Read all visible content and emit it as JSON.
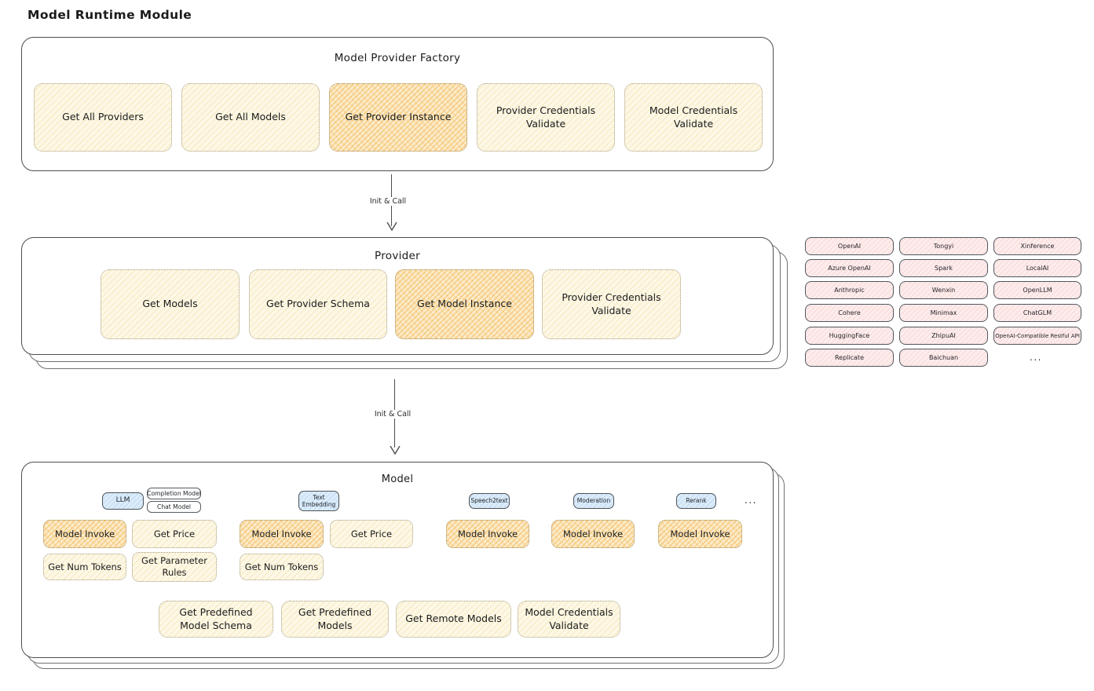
{
  "title": "Model Runtime Module",
  "colors": {
    "yellow_box_bg": "#fdf8e6",
    "yellow_hatch": "#ebc36e",
    "highlight_box_bg": "#fbeccb",
    "highlight_hatch": "#f2a630",
    "pink_box_bg": "#fdecec",
    "pink_hatch": "#e67878",
    "blue_badge_bg": "#dcecfa",
    "panel_border": "#4d4d4d"
  },
  "factory": {
    "title": "Model Provider Factory",
    "boxes": [
      {
        "label": "Get All Providers",
        "highlight": false
      },
      {
        "label": "Get All Models",
        "highlight": false
      },
      {
        "label": "Get Provider Instance",
        "highlight": true
      },
      {
        "label": "Provider Credentials Validate",
        "highlight": false
      },
      {
        "label": "Model Credentials Validate",
        "highlight": false
      }
    ]
  },
  "arrow1": {
    "label": "Init & Call"
  },
  "arrow2": {
    "label": "Init & Call"
  },
  "provider": {
    "title": "Provider",
    "boxes": [
      {
        "label": "Get Models",
        "highlight": false
      },
      {
        "label": "Get Provider Schema",
        "highlight": false
      },
      {
        "label": "Get Model Instance",
        "highlight": true
      },
      {
        "label": "Provider Credentials Validate",
        "highlight": false
      }
    ]
  },
  "providers_grid": {
    "columns": [
      [
        "OpenAI",
        "Azure OpenAI",
        "Anthropic",
        "Cohere",
        "HuggingFace",
        "Replicate"
      ],
      [
        "Tongyi",
        "Spark",
        "Wenxin",
        "Minimax",
        "ZhipuAI",
        "Baichuan"
      ],
      [
        "Xinference",
        "LocalAI",
        "OpenLLM",
        "ChatGLM",
        "OpenAI-Compatible Restful API"
      ]
    ],
    "ellipsis": "..."
  },
  "model": {
    "title": "Model",
    "badges": {
      "llm": "LLM",
      "completion_model": "Completion Model",
      "chat_model": "Chat Model",
      "text_embedding": "Text Embedding",
      "speech2text": "Speech2text",
      "moderation": "Moderation",
      "rerank": "Rerank",
      "more": "..."
    },
    "boxes": {
      "llm_model_invoke": "Model Invoke",
      "llm_get_price": "Get Price",
      "llm_get_num_tokens": "Get Num Tokens",
      "llm_get_parameter_rules": "Get Parameter Rules",
      "te_model_invoke": "Model Invoke",
      "te_get_price": "Get Price",
      "te_get_num_tokens": "Get Num Tokens",
      "s2t_model_invoke": "Model Invoke",
      "moderation_model_invoke": "Model Invoke",
      "rerank_model_invoke": "Model Invoke",
      "get_predefined_model_schema": "Get Predefined Model Schema",
      "get_predefined_models": "Get Predefined Models",
      "get_remote_models": "Get Remote Models",
      "model_credentials_validate": "Model Credentials Validate"
    }
  }
}
